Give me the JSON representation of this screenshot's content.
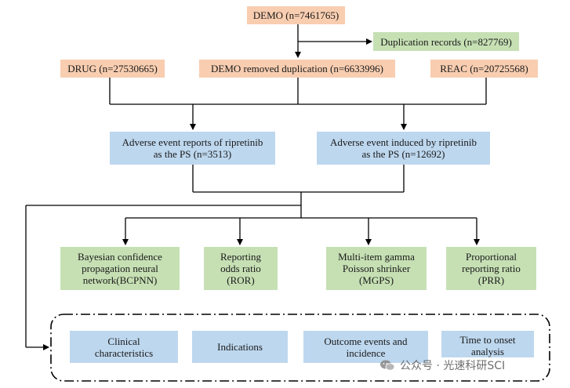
{
  "nodes": {
    "demo": "DEMO (n=7461765)",
    "duplication": "Duplication records (n=827769)",
    "drug": "DRUG (n=27530665)",
    "demo_removed": "DEMO removed duplication (n=6633996)",
    "reac": "REAC (n=20725568)",
    "reports_ps": "Adverse event reports of ripretinib\nas the PS (n=3513)",
    "induced_ps": "Adverse event induced by ripretinib\nas the PS (n=12692)",
    "bcpnn": "Bayesian confidence\npropagation neural\nnetwork(BCPNN)",
    "ror": "Reporting\nodds ratio\n(ROR)",
    "mgps": "Multi-item gamma\nPoisson shrinker\n(MGPS)",
    "prr": "Proportional\nreporting ratio\n(PRR)",
    "clinical": "Clinical\ncharacteristics",
    "indications": "Indications",
    "outcome": "Outcome events and\nincidence",
    "tto": "Time to onset\nanalysis"
  },
  "watermark": "公众号 · 光速科研SCI",
  "colors": {
    "orange": "#f8cdb0",
    "green": "#c6e0b4",
    "blue": "#bdd7ee",
    "line": "#000000"
  }
}
